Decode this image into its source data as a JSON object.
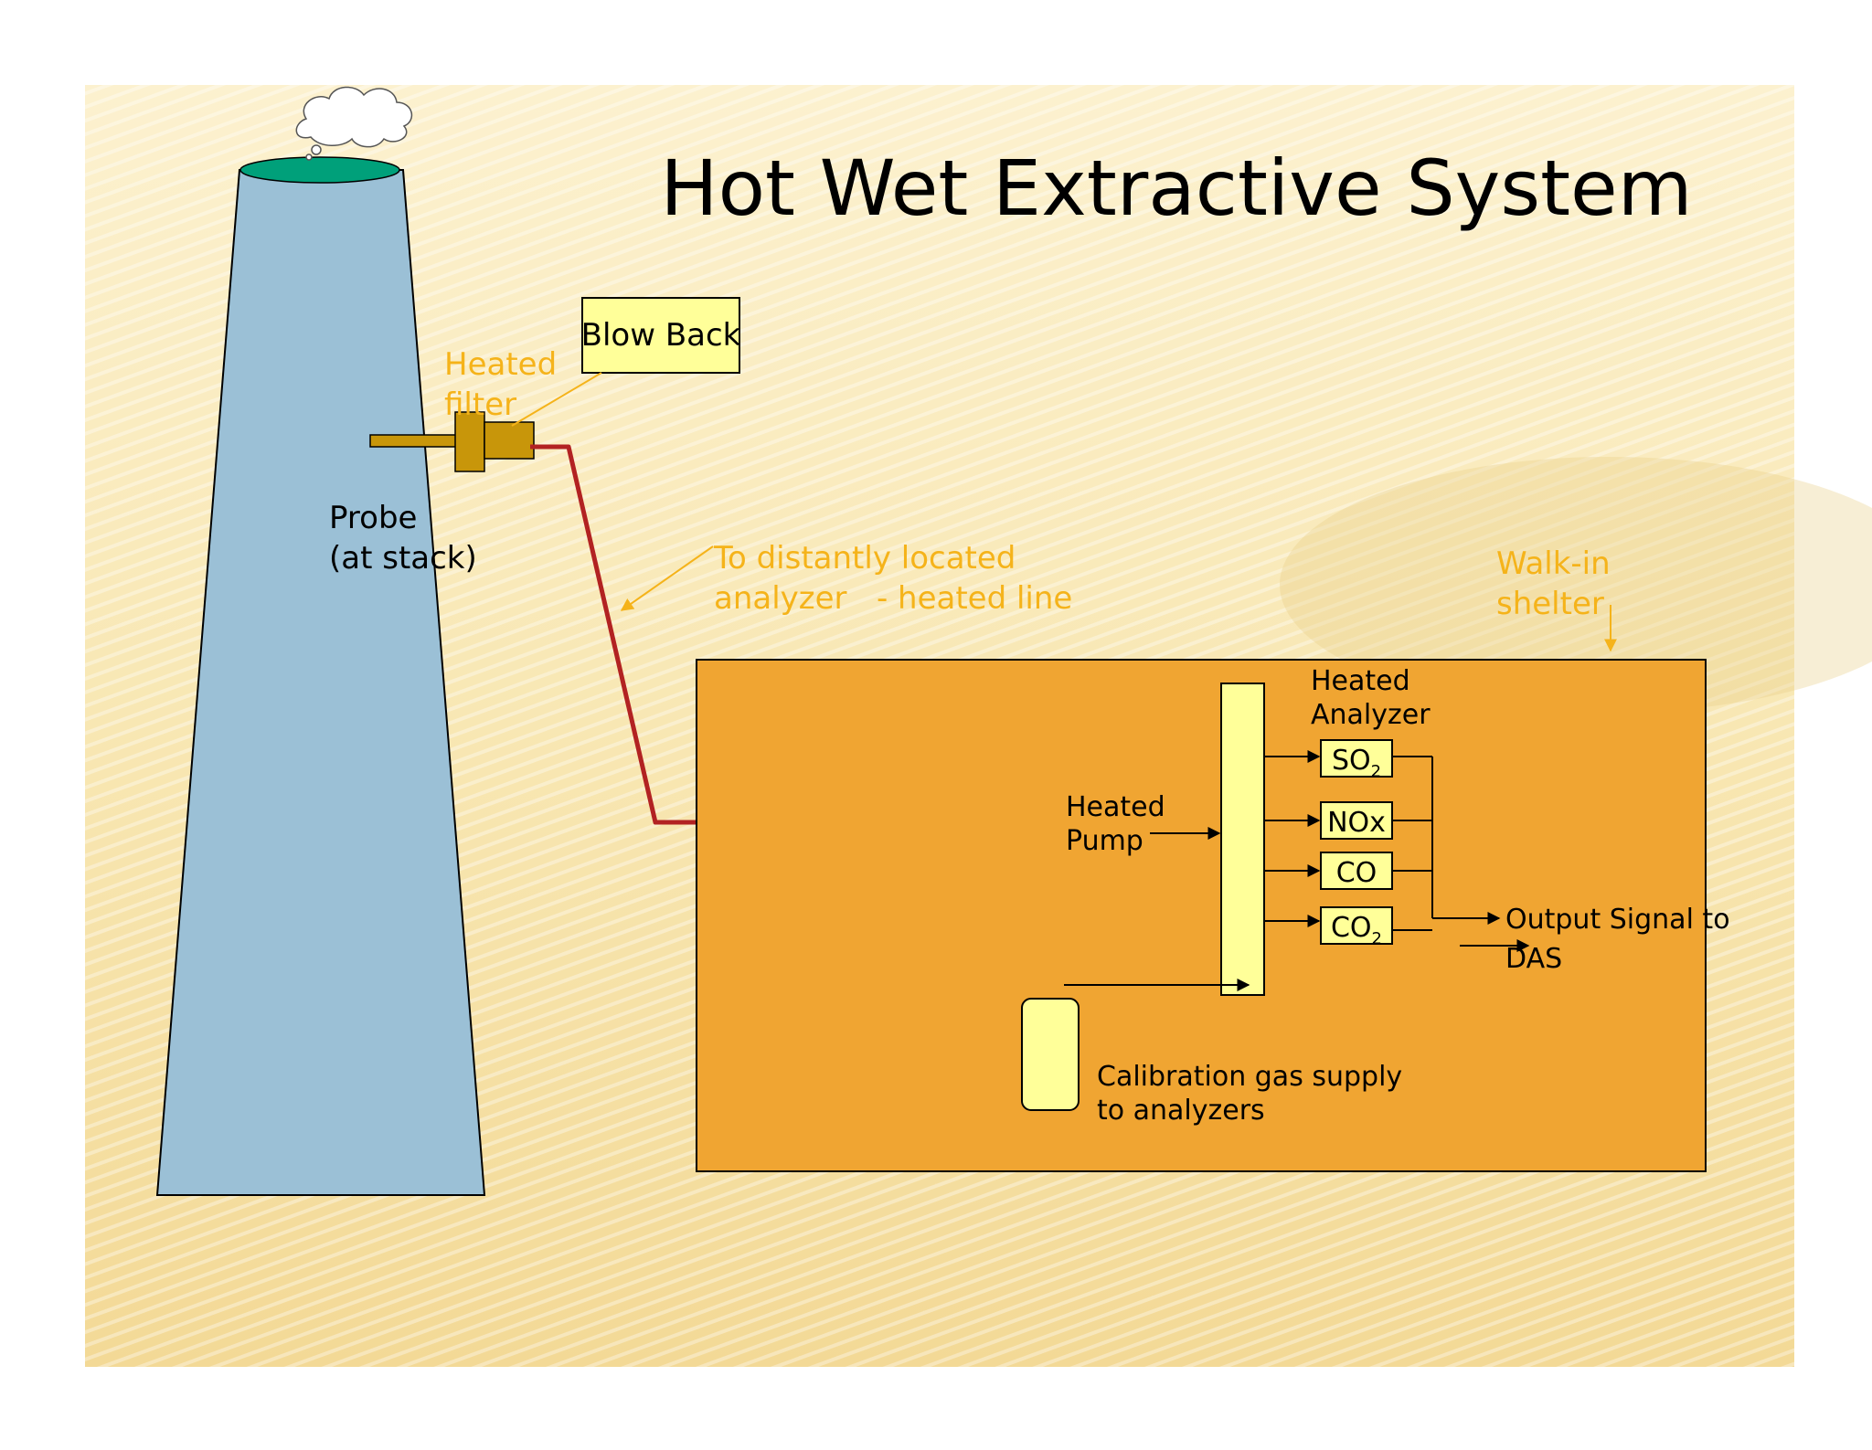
{
  "slide": {
    "title": "Hot Wet Extractive System"
  },
  "labels": {
    "blow_back": "Blow Back",
    "heated_filter_line1": "Heated",
    "heated_filter_line2": "filter",
    "probe_line1": "Probe",
    "probe_line2": "(at stack)",
    "heated_line_line1": "To distantly located",
    "heated_line_line2": "analyzer   - heated line",
    "shelter_line1": "Walk-in",
    "shelter_line2": "shelter",
    "heated_analyzer_line1": "Heated",
    "heated_analyzer_line2": "Analyzer",
    "heated_pump_line1": "Heated",
    "heated_pump_line2": "Pump",
    "calibration_line1": "Calibration gas supply",
    "calibration_line2": "to analyzers",
    "output_line1": "Output Signal to",
    "output_line2": "DAS"
  },
  "analyzers": [
    {
      "base": "SO",
      "sub": "2"
    },
    {
      "base": "NOx",
      "sub": ""
    },
    {
      "base": "CO",
      "sub": ""
    },
    {
      "base": "CO",
      "sub": "2"
    }
  ],
  "colors": {
    "stack": "#9bc0d6",
    "stack_top": "#00a07a",
    "probe": "#c8960a",
    "heated_line": "#b22222",
    "shelter": "#f0a532",
    "analyzer_box": "#ffff99",
    "orange_text": "#f5b31a",
    "background": "#f8e9b8"
  }
}
